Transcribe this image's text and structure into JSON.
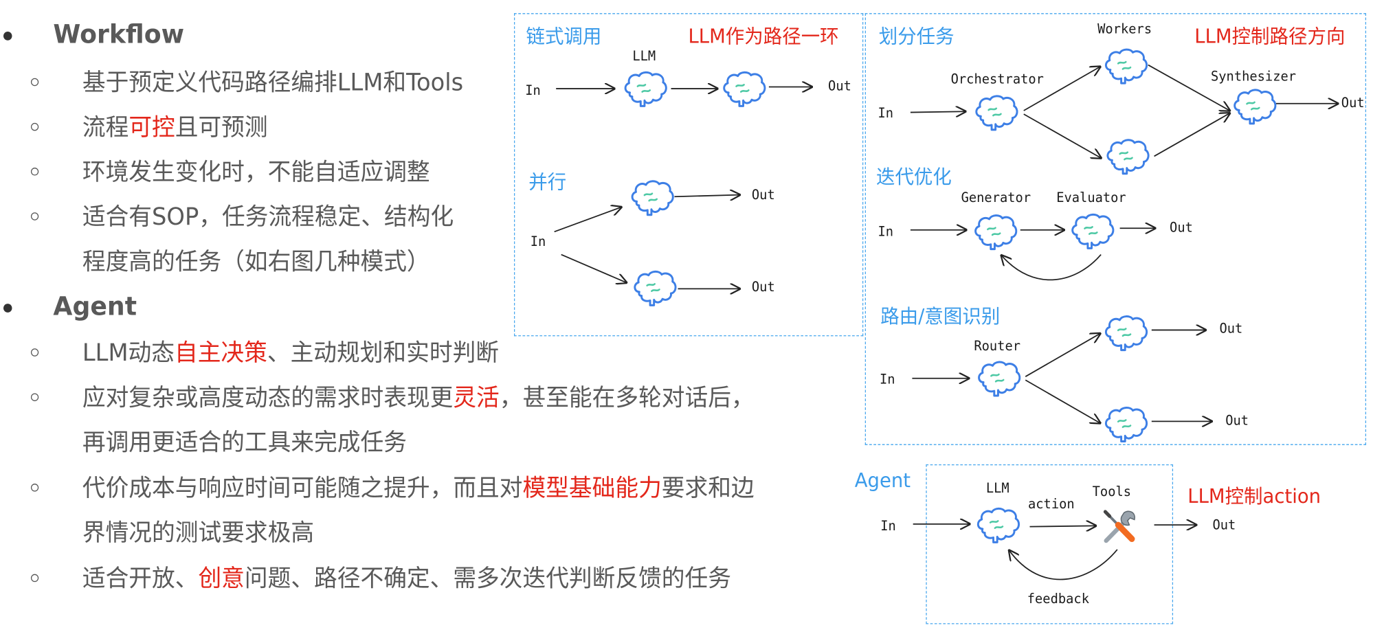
{
  "left": {
    "workflow": {
      "title": "Workflow",
      "items": [
        {
          "text": "基于预定义代码路径编排LLM和Tools"
        },
        {
          "pre": "流程",
          "hl": "可控",
          "post": "且可预测"
        },
        {
          "text": "环境发生变化时，不能自适应调整"
        },
        {
          "text": "适合有SOP，任务流程稳定、结构化"
        },
        {
          "text": "程度高的任务（如右图几种模式）"
        }
      ]
    },
    "agent": {
      "title": "Agent",
      "items": [
        {
          "pre": "LLM动态",
          "hl": "自主决策",
          "post": "、主动规划和实时判断"
        },
        {
          "pre": "应对复杂或高度动态的需求时表现更",
          "hl": "灵活",
          "post": "，甚至能在多轮对话后，"
        },
        {
          "text": "再调用更适合的工具来完成任务"
        },
        {
          "pre": "代价成本与响应时间可能随之提升，而且对",
          "hl": "模型基础能力",
          "post": "要求和边"
        },
        {
          "text": "界情况的测试要求极高"
        },
        {
          "pre": "适合开放、",
          "hl": "创意",
          "post": "问题、路径不确定、需多次迭代判断反馈的任务"
        }
      ]
    }
  },
  "diagrams": {
    "chain": {
      "label": "链式调用",
      "note": "LLM作为路径一环",
      "in": "In",
      "llm": "LLM",
      "out": "Out"
    },
    "parallel": {
      "label": "并行",
      "in": "In",
      "out1": "Out",
      "out2": "Out"
    },
    "split": {
      "label": "划分任务",
      "note": "LLM控制路径方向",
      "in": "In",
      "orchestrator": "Orchestrator",
      "workers": "Workers",
      "synthesizer": "Synthesizer",
      "out": "Out"
    },
    "iterate": {
      "label": "迭代优化",
      "in": "In",
      "generator": "Generator",
      "evaluator": "Evaluator",
      "out": "Out"
    },
    "route": {
      "label": "路由/意图识别",
      "in": "In",
      "router": "Router",
      "out1": "Out",
      "out2": "Out"
    },
    "agent": {
      "label": "Agent",
      "note": "LLM控制action",
      "in": "In",
      "llm": "LLM",
      "action": "action",
      "tools": "Tools",
      "feedback": "feedback",
      "out": "Out"
    }
  },
  "colors": {
    "accent_blue": "#3a9bea",
    "highlight_red": "#e3271b",
    "brain_outline": "#3d7fe6",
    "brain_squiggle": "#4ec9a5"
  },
  "icons": {
    "llm": "brain-icon",
    "tools": "wrench-screwdriver-icon"
  }
}
